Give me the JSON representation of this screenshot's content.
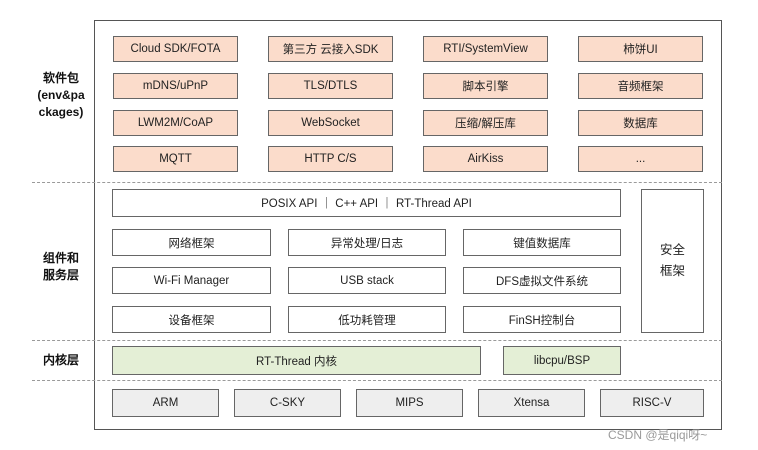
{
  "labels": {
    "packages_line1": "软件包",
    "packages_line2": "(env&pa",
    "packages_line3": "ckages)",
    "services_line1": "组件和",
    "services_line2": "服务层",
    "kernel": "内核层"
  },
  "packages": [
    [
      "Cloud SDK/FOTA",
      "第三方 云接入SDK",
      "RTI/SystemView",
      "柿饼UI"
    ],
    [
      "mDNS/uPnP",
      "TLS/DTLS",
      "脚本引擎",
      "音频框架"
    ],
    [
      "LWM2M/CoAP",
      "WebSocket",
      "压缩/解压库",
      "数据库"
    ],
    [
      "MQTT",
      "HTTP C/S",
      "AirKiss",
      "..."
    ]
  ],
  "services": {
    "api": "POSIX API ｜ C++ API ｜ RT-Thread API",
    "grid": [
      [
        "网络框架",
        "异常处理/日志",
        "键值数据库"
      ],
      [
        "Wi-Fi Manager",
        "USB stack",
        "DFS虚拟文件系统"
      ],
      [
        "设备框架",
        "低功耗管理",
        "FinSH控制台"
      ]
    ],
    "security_line1": "安全",
    "security_line2": "框架"
  },
  "kernel": {
    "core": "RT-Thread 内核",
    "bsp": "libcpu/BSP"
  },
  "arch": [
    "ARM",
    "C-SKY",
    "MIPS",
    "Xtensa",
    "RISC-V"
  ],
  "watermark": "CSDN @是qiqi呀~",
  "colors": {
    "package_fill": "#fbdccb",
    "kernel_fill": "#e4efd6",
    "arch_fill": "#eeeeee"
  }
}
